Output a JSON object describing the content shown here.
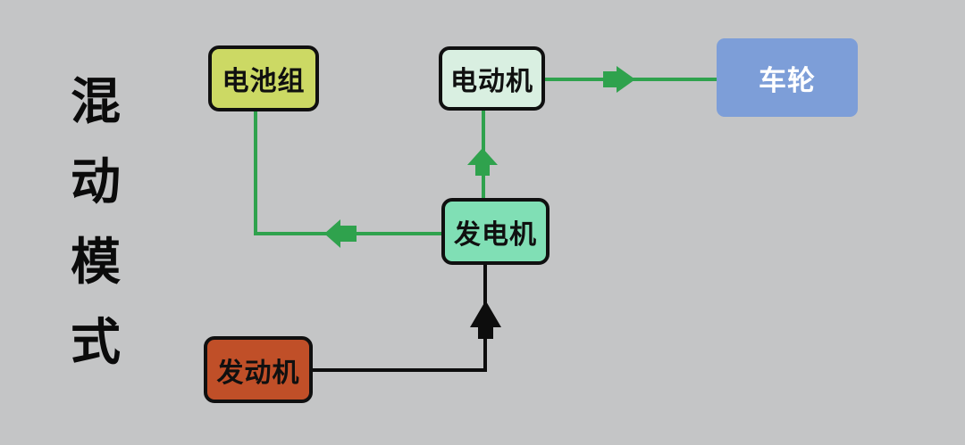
{
  "title": {
    "text": "混动模式",
    "chars": [
      "混",
      "动",
      "模",
      "式"
    ]
  },
  "nodes": [
    {
      "id": "battery",
      "label": "电池组",
      "fill": "#ccd964",
      "text_color": "#101010"
    },
    {
      "id": "motor",
      "label": "电动机",
      "fill": "#d9efe1",
      "text_color": "#101010"
    },
    {
      "id": "wheel",
      "label": "车轮",
      "fill": "#7d9ed8",
      "text_color": "#ffffff"
    },
    {
      "id": "generator",
      "label": "发电机",
      "fill": "#80dfb5",
      "text_color": "#101010"
    },
    {
      "id": "engine",
      "label": "发动机",
      "fill": "#c04f28",
      "text_color": "#101010"
    }
  ],
  "edges": [
    {
      "from": "发电机",
      "to": "电池组",
      "color": "#2fa24d",
      "style": "block-arrow"
    },
    {
      "from": "发电机",
      "to": "电动机",
      "color": "#2fa24d",
      "style": "block-arrow"
    },
    {
      "from": "电动机",
      "to": "车轮",
      "color": "#2fa24d",
      "style": "block-arrow"
    },
    {
      "from": "发动机",
      "to": "发电机",
      "color": "#0d0d0d",
      "style": "block-arrow"
    }
  ],
  "colors": {
    "background": "#c4c5c6",
    "line_green": "#2fa24d",
    "line_black": "#0d0d0d",
    "border_black": "#101010"
  }
}
